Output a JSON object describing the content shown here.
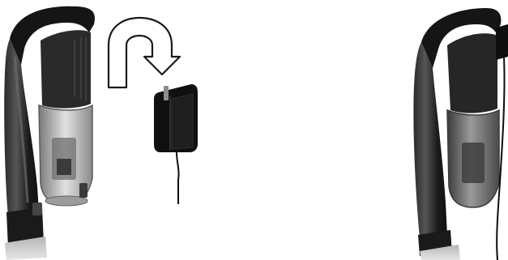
{
  "figure": {
    "background": "#ffffff",
    "panels": [
      {
        "role": "before",
        "shows": [
          "vacuum-unit",
          "wall-charger"
        ],
        "icon": "u-turn-arrow-icon"
      },
      {
        "role": "after",
        "shows": [
          "vacuum-unit-mounted-on-charger"
        ]
      }
    ],
    "colors": {
      "body": "#1e1e1e",
      "handle": "#161616",
      "bin": "#8a8a8a",
      "bin_dark": "#4a4a4a",
      "base": "#c9c9c9",
      "charger": "#111111",
      "cable": "#0d0d0d",
      "arrow_stroke": "#1a1a1a",
      "arrow_fill": "#ffffff"
    }
  }
}
